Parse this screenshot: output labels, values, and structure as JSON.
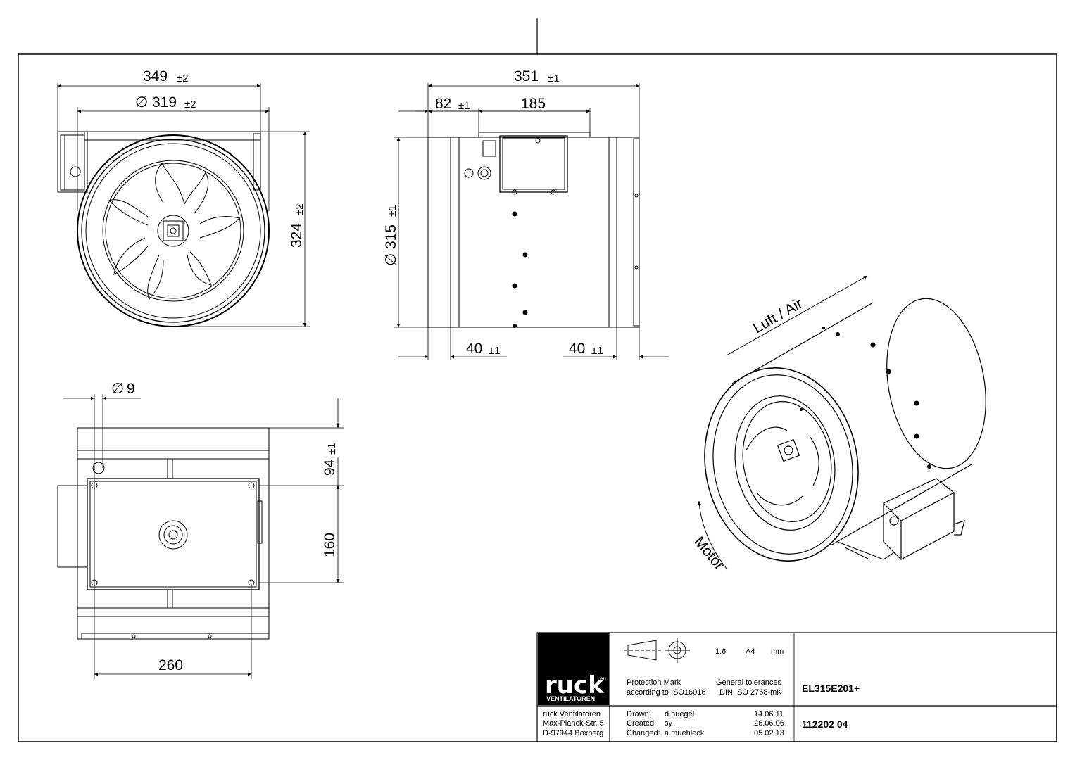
{
  "dims": {
    "d349": "349",
    "t349": "±2",
    "d319": "319",
    "t319": "±2",
    "d324": "324",
    "t324": "±2",
    "d351": "351",
    "t351": "±1",
    "d82": "82",
    "t82": "±1",
    "d185": "185",
    "d315": "315",
    "t315": "±1",
    "d40a": "40",
    "t40a": "±1",
    "d40b": "40",
    "t40b": "±1",
    "d9": "9",
    "d94": "94",
    "t94": "±1",
    "d160": "160",
    "d260": "260",
    "phi": "∅"
  },
  "labels": {
    "air": "Luft / Air",
    "motor": "Motor"
  },
  "title_block": {
    "logo": "ruck",
    "logo_eu": "eu",
    "logo_sub": "VENTILATOREN",
    "company": "ruck Ventilatoren",
    "street": "Max-Planck-Str. 5",
    "city": "D-97944 Boxberg",
    "scale": "1:6",
    "format": "A4",
    "unit": "mm",
    "protection_1": "Protection Mark",
    "protection_2": "according to ISO16016",
    "tolerance_1": "General tolerances",
    "tolerance_2": "DIN ISO 2768-mK",
    "product": "EL315E201+",
    "drawing_number": "112202  04",
    "drawn_label": "Drawn:",
    "drawn_by": "d.huegel",
    "drawn_date": "14.06.11",
    "created_label": "Created:",
    "created_by": "sy",
    "created_date": "26.06.06",
    "changed_label": "Changed:",
    "changed_by": "a.muehleck",
    "changed_date": "05.02.13"
  }
}
